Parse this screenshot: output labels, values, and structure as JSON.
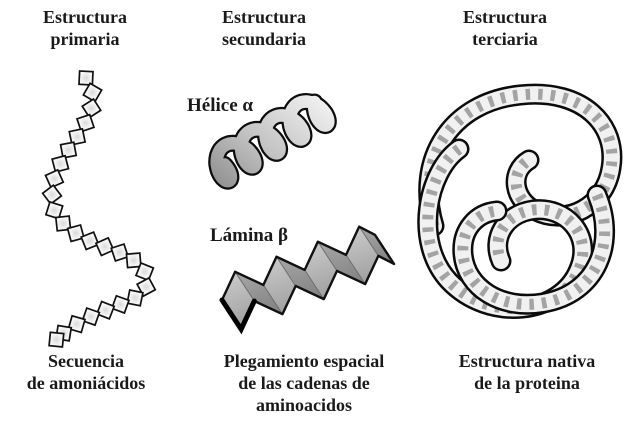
{
  "background": "#ffffff",
  "ink": "#1a1a1a",
  "palette": {
    "outline": "#111111",
    "square_fill_center": "#d9d9d9",
    "square_fill_edge": "#fdfdfd",
    "ribbon_light": "#f6f6f6",
    "ribbon_mid": "#c4c4c4",
    "ribbon_dark": "#8c8c8c",
    "sheet_light_top": "#cacaca",
    "sheet_light_bottom": "#9f9f9f",
    "sheet_dark_top": "#a8a8a8",
    "sheet_dark_bottom": "#7f7f7f",
    "tube_fill": "#f1f1f1",
    "tube_stripe": "#a3a3a3"
  },
  "columns": [
    {
      "title_lines": [
        "Estructura",
        "primaria"
      ],
      "caption_lines": [
        "Secuencia",
        "de amoniácidos"
      ],
      "drawing": "aminoacid-chain"
    },
    {
      "title_lines": [
        "Estructura",
        "secundaria"
      ],
      "labels": {
        "helix": "Hélice α",
        "sheet": "Lámina β"
      },
      "caption_lines": [
        "Plegamiento espacial",
        "de las cadenas de",
        "aminoacidos"
      ],
      "drawing": "alpha-helix-and-beta-sheet"
    },
    {
      "title_lines": [
        "Estructura",
        "terciaria"
      ],
      "caption_lines": [
        "Estructura nativa",
        "de la proteina"
      ],
      "drawing": "folded-protein-ribbon"
    }
  ]
}
